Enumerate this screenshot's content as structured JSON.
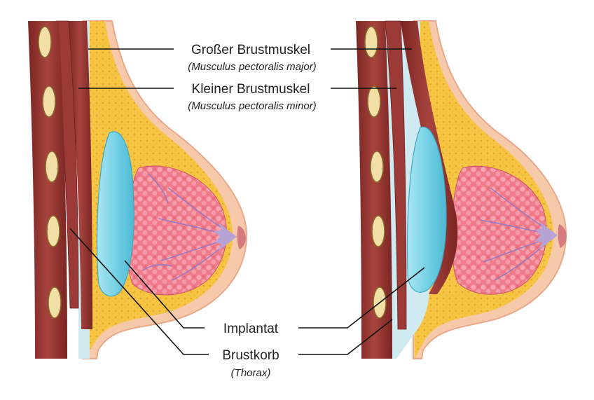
{
  "labels": {
    "pectoralis_major": {
      "name": "Großer Brustmuskel",
      "latin": "(Musculus pectoralis major)"
    },
    "pectoralis_minor": {
      "name": "Kleiner Brustmuskel",
      "latin": "(Musculus pectoralis minor)"
    },
    "implant": {
      "name": "Implantat"
    },
    "thorax": {
      "name": "Brustkorb",
      "latin": "(Thorax)"
    }
  },
  "colors": {
    "skin": "#f5c9aa",
    "skin_edge": "#e8a98a",
    "fat": "#f6c543",
    "fat_dot": "#e7a82a",
    "muscle": "#8f2f2c",
    "muscle_light": "#b4524a",
    "pleura": "#cfeaf0",
    "rib": "#f1dfa6",
    "rib_edge": "#8a6a2a",
    "implant": "#6ccde3",
    "implant_light": "#a9e5f2",
    "gland": "#f07b8a",
    "gland_light": "#f8a5b1",
    "duct": "#b7a2d6",
    "nipple": "#d67a7e"
  }
}
